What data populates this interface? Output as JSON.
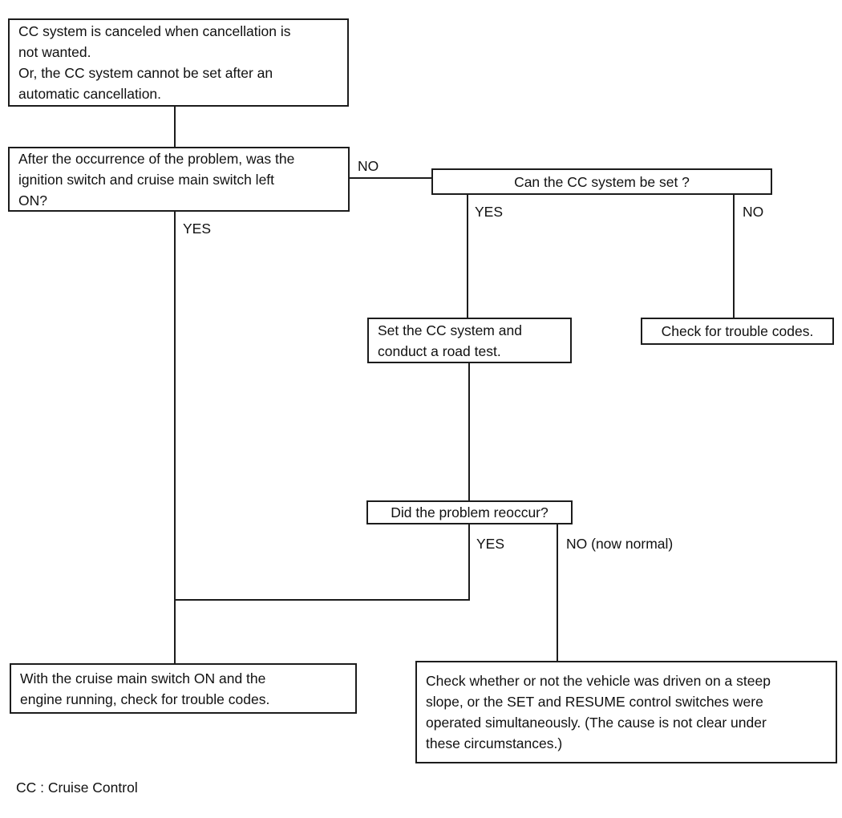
{
  "diagram": {
    "title_hint": "CC system troubleshooting flowchart",
    "nodes": {
      "symptom": {
        "lines": [
          "CC system is canceled when cancellation is",
          "not wanted.",
          "Or, the CC system cannot be set after an",
          "automatic cancellation."
        ]
      },
      "ignition_question": {
        "lines": [
          "After the occurrence of the problem, was the",
          "ignition switch and cruise main switch left",
          "ON?"
        ]
      },
      "can_set_question": {
        "text": "Can the CC system be set ?"
      },
      "set_road_test": {
        "lines": [
          "Set the CC system and",
          "conduct a road test."
        ]
      },
      "check_trouble_codes": {
        "text": "Check for trouble codes."
      },
      "reoccur_question": {
        "text": "Did the problem reoccur?"
      },
      "main_switch_check": {
        "lines": [
          "With the cruise main switch ON and the",
          "engine running, check for trouble codes."
        ]
      },
      "steep_slope_check": {
        "lines": [
          "Check whether or not the vehicle was driven on a steep",
          "slope, or the SET and RESUME control switches were",
          "operated simultaneously. (The cause is not clear under",
          "these circumstances.)"
        ]
      }
    },
    "labels": {
      "ignition_no": "NO",
      "ignition_yes": "YES",
      "can_set_yes": "YES",
      "can_set_no": "NO",
      "reoccur_yes": "YES",
      "reoccur_no": "NO (now normal)"
    },
    "footer": "CC : Cruise Control",
    "colors": {
      "line": "#1c1c1c",
      "text": "#111111",
      "background": "#ffffff"
    }
  }
}
